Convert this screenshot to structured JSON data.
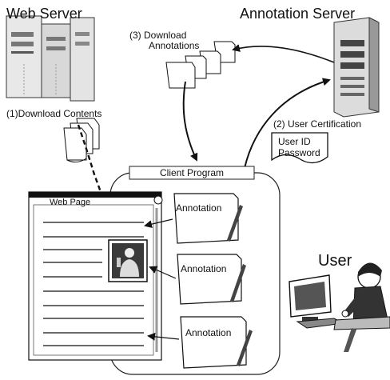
{
  "labels": {
    "web_server": "Web Server",
    "annotation_server": "Annotation Server",
    "download_annotations_line1": "(3) Download",
    "download_annotations_line2": "Annotations",
    "download_contents": "(1)Download Contents",
    "user_certification": "(2) User Certification",
    "user_id": "User ID",
    "password": "Password",
    "client_program": "Client Program",
    "web_page": "Web Page",
    "annotation_1": "Annotation",
    "annotation_2": "Annotation",
    "annotation_3": "Annotation",
    "user": "User"
  }
}
